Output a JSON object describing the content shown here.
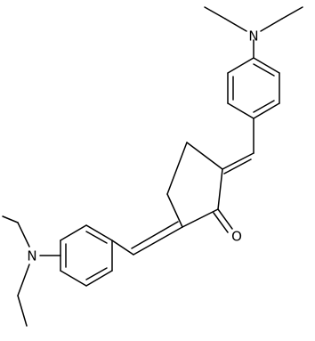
{
  "structure": {
    "atoms": {
      "n_top": "N",
      "n_bottom": "N",
      "o_carbonyl": "O"
    }
  },
  "colors": {
    "ink": "#000000",
    "background": "#ffffff"
  }
}
